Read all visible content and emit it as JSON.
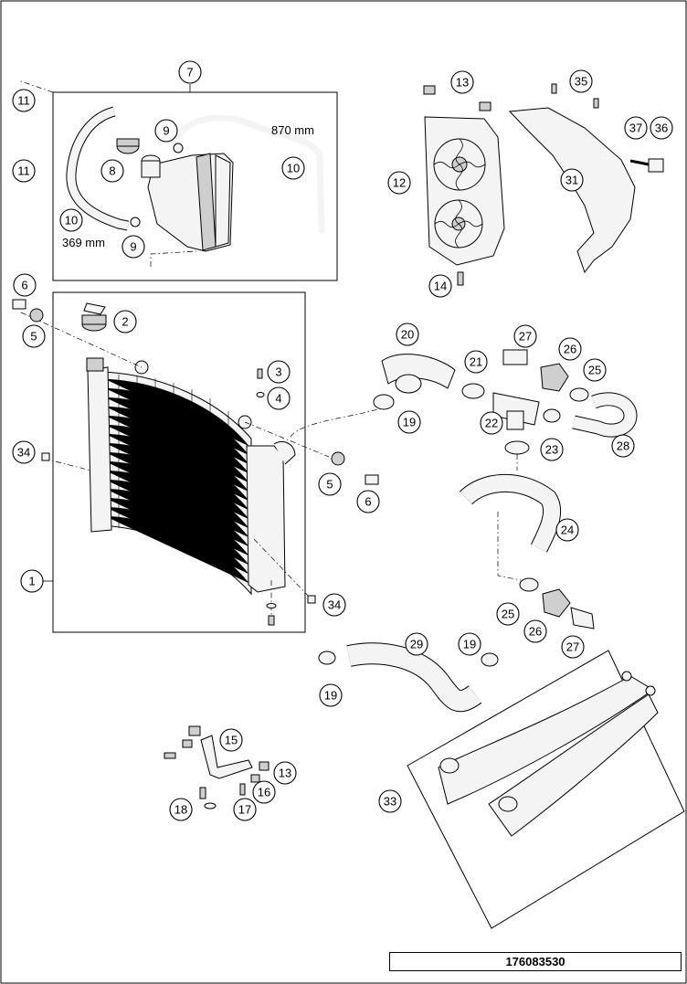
{
  "drawing_number": "176083530",
  "dimensions": {
    "hose_long": "870 mm",
    "hose_short": "369 mm"
  },
  "callouts": {
    "c1": "1",
    "c2": "2",
    "c3": "3",
    "c4": "4",
    "c5a": "5",
    "c5b": "5",
    "c6a": "6",
    "c6b": "6",
    "c7": "7",
    "c8": "8",
    "c9a": "9",
    "c9b": "9",
    "c10a": "10",
    "c10b": "10",
    "c11a": "11",
    "c11b": "11",
    "c12": "12",
    "c13a": "13",
    "c13b": "13",
    "c14": "14",
    "c15": "15",
    "c16": "16",
    "c17": "17",
    "c18": "18",
    "c19a": "19",
    "c19b": "19",
    "c19c": "19",
    "c20": "20",
    "c21": "21",
    "c22": "22",
    "c23": "23",
    "c24": "24",
    "c25a": "25",
    "c25b": "25",
    "c26a": "26",
    "c26b": "26",
    "c27a": "27",
    "c27b": "27",
    "c28": "28",
    "c29": "29",
    "c31": "31",
    "c33": "33",
    "c34a": "34",
    "c34b": "34",
    "c35": "35",
    "c36": "36",
    "c37": "37"
  }
}
